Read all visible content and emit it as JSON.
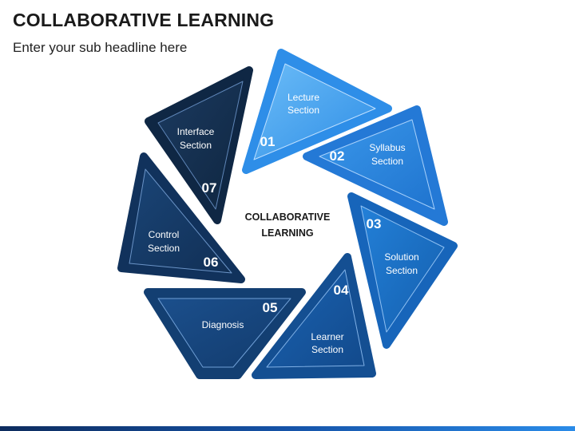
{
  "header": {
    "title": "COLLABORATIVE LEARNING",
    "subtitle": "Enter your sub headline here"
  },
  "center": {
    "line1": "COLLABORATIVE",
    "line2": "LEARNING"
  },
  "segments": [
    {
      "id": "lecture",
      "number": "01",
      "label_line1": "Lecture",
      "label_line2": "Section",
      "color": "#3d9ded"
    },
    {
      "id": "syllabus",
      "number": "02",
      "label_line1": "Syllabus",
      "label_line2": "Section",
      "color": "#2b86e0"
    },
    {
      "id": "solution",
      "number": "03",
      "label_line1": "Solution",
      "label_line2": "Section",
      "color": "#1b6fc4"
    },
    {
      "id": "learner",
      "number": "04",
      "label_line1": "Learner",
      "label_line2": "Section",
      "color": "#17569e"
    },
    {
      "id": "diagnosis",
      "number": "05",
      "label_line1": "Diagnosis",
      "label_line2": "",
      "color": "#17467f"
    },
    {
      "id": "control",
      "number": "06",
      "label_line1": "Control",
      "label_line2": "Section",
      "color": "#163a68"
    },
    {
      "id": "interface",
      "number": "07",
      "label_line1": "Interface",
      "label_line2": "Section",
      "color": "#15304f"
    }
  ]
}
